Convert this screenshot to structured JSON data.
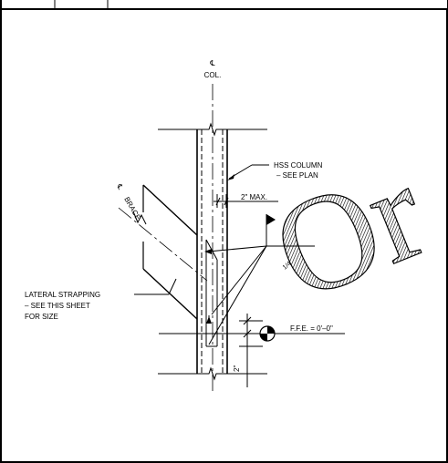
{
  "detail": {
    "col_centerline_symbol": "℄",
    "col_centerline_text": "COL.",
    "brace_centerline_symbol": "℄",
    "brace_centerline_text": "BRACE",
    "hss_column_line1": "HSS COLUMN",
    "hss_column_line2": "– SEE PLAN",
    "max_dim": "2\" MAX.",
    "strap_line1": "LATERAL STRAPPING",
    "strap_line2": "– SEE THIS SHEET",
    "strap_line3": "FOR SIZE",
    "ffe_label": "F.F.E. = 0'–0\"",
    "bottom_dim": "2\"",
    "weld_symbol": "1/4"
  },
  "watermark": {
    "text": "Or",
    "color": "#000000"
  }
}
